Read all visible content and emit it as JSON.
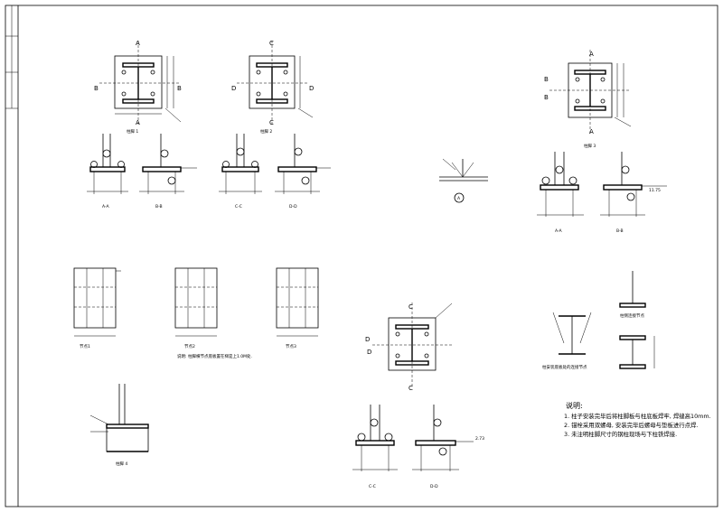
{
  "notes": {
    "title": "说明:",
    "items": [
      "1. 柱子安装完毕后将柱脚板与柱底板焊牢, 焊缝高10mm.",
      "2. 锚栓采用双螺母, 安装完毕后螺母与垫板进行点焊.",
      "3. 未注明柱脚尺寸的钢柱现场与下柱铁焊接."
    ]
  },
  "remark_mid": "说明: 柱脚横节点底板置在梯是上1.0M处.",
  "section_labels": {
    "a": "A",
    "b": "B",
    "c": "C",
    "d": "D",
    "aa": "A-A",
    "bb": "B-B",
    "cc": "C-C",
    "dd": "D-D"
  },
  "detail_labels": {
    "jiao1": "柱脚 1",
    "jiao2": "柱脚 2",
    "jiao3": "柱脚 3",
    "jiao4": "柱脚 4",
    "node1": "节点1",
    "node2": "节点2",
    "node3": "节点3",
    "node_col": "柱安装底板处的连接节点",
    "node_side": "柱侧连接节点",
    "circle_a": "A"
  },
  "dims": {
    "d1125": "11.75",
    "d273": "2.73"
  },
  "colors": {
    "ink": "#000000",
    "paper": "#ffffff"
  }
}
